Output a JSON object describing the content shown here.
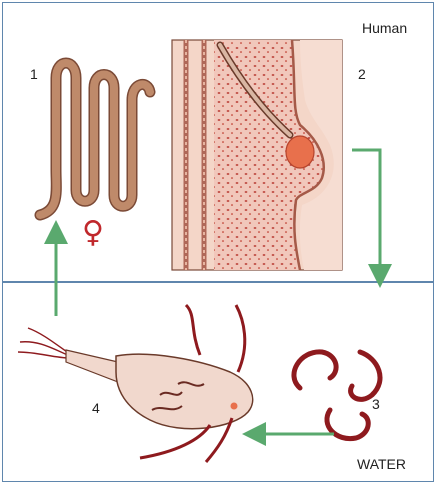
{
  "regions": {
    "top_label": "Human",
    "bottom_label": "WATER"
  },
  "steps": [
    "1",
    "2",
    "3",
    "4"
  ],
  "symbols": {
    "female": "♀"
  },
  "colors": {
    "border": "#5f86ad",
    "arrow": "#5aa96e",
    "worm_body": "#bf8a6a",
    "tissue": "#e9b8a8",
    "blood": "#c0282c",
    "copepod": "#f1d8cd",
    "larva": "#8e1a1e"
  }
}
